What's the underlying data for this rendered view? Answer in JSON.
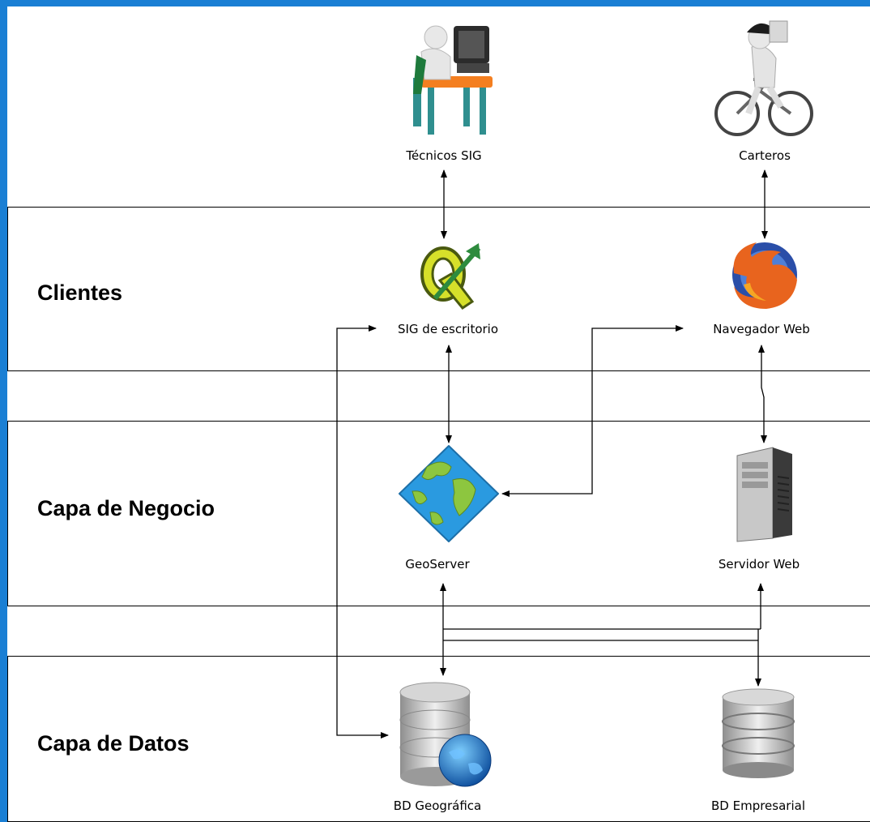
{
  "layers": {
    "clients": "Clientes",
    "business": "Capa de Negocio",
    "data": "Capa de Datos"
  },
  "nodes": {
    "gis_technicians": "Técnicos SIG",
    "mail_carriers": "Carteros",
    "desktop_gis": "SIG de escritorio",
    "web_browser": "Navegador Web",
    "geoserver": "GeoServer",
    "web_server": "Servidor Web",
    "geo_db": "BD Geográfica",
    "enterprise_db": "BD Empresarial"
  },
  "icons": {
    "gis_technicians": "person-at-computer-icon",
    "mail_carriers": "person-on-bicycle-icon",
    "desktop_gis": "qgis-logo-icon",
    "web_browser": "firefox-logo-icon",
    "geoserver": "geoserver-globe-icon",
    "web_server": "server-tower-icon",
    "geo_db": "geographic-database-icon",
    "enterprise_db": "database-icon"
  },
  "colors": {
    "background": "#1a7fd4",
    "line": "#000000"
  }
}
